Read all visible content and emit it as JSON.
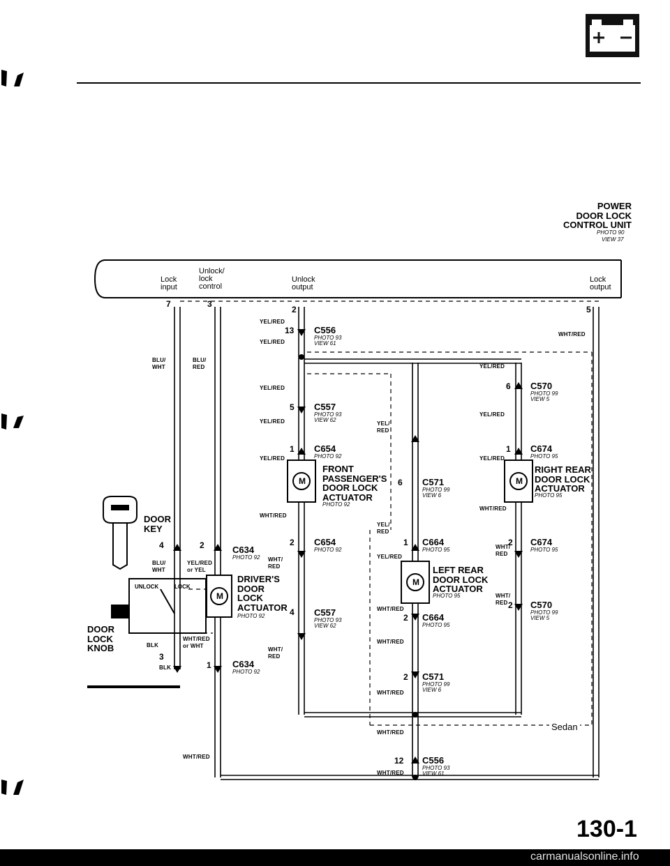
{
  "page_number": "130-1",
  "watermark": "carmanualsonline.info",
  "unit": {
    "title": "POWER\nDOOR LOCK\nCONTROL UNIT",
    "photo": "PHOTO 90",
    "view": "VIEW 37"
  },
  "unit_terms": {
    "lock_input": "Lock\ninput",
    "unlock_lock_control": "Unlock/\nlock\ncontrol",
    "unlock_output": "Unlock\noutput",
    "lock_output": "Lock\noutput"
  },
  "pins": {
    "p7": "7",
    "p3": "3",
    "p2": "2",
    "p5": "5",
    "p13": "13",
    "p5b": "5",
    "p1a": "1",
    "p6a": "6",
    "p1b": "1",
    "p6b": "6",
    "p2a": "2",
    "p4a": "4",
    "p2b": "2",
    "p1c": "1",
    "p2c": "2",
    "p4b": "4",
    "p3b": "3",
    "p1d": "1",
    "p2d": "2",
    "p2e": "2",
    "p2f": "2",
    "p12": "12"
  },
  "wires": {
    "yel_red": "YEL/RED",
    "wht_red": "WHT/RED",
    "blu_wht": "BLU/\nWHT",
    "blu_red": "BLU/\nRED",
    "yel_red_slash": "YEL/\nRED",
    "wht_red_slash": "WHT/\nRED",
    "yel_red_or_yel": "YEL/RED\nor YEL",
    "wht_red_or_wht": "WHT/RED\nor WHT",
    "blk": "BLK"
  },
  "connectors": {
    "c556": {
      "name": "C556",
      "ref": "PHOTO 93\nVIEW 61"
    },
    "c557": {
      "name": "C557",
      "ref": "PHOTO 93\nVIEW 62"
    },
    "c654": {
      "name": "C654",
      "ref": "PHOTO 92"
    },
    "c570": {
      "name": "C570",
      "ref": "PHOTO 99\nVIEW 5"
    },
    "c674": {
      "name": "C674",
      "ref": "PHOTO 95"
    },
    "c571": {
      "name": "C571",
      "ref": "PHOTO 99\nVIEW 6"
    },
    "c664": {
      "name": "C664",
      "ref": "PHOTO 95"
    },
    "c634": {
      "name": "C634",
      "ref": "PHOTO 92"
    }
  },
  "components": {
    "front_pass": {
      "name": "FRONT\nPASSENGER'S\nDOOR LOCK\nACTUATOR",
      "photo": "PHOTO 92"
    },
    "right_rear": {
      "name": "RIGHT REAR\nDOOR LOCK\nACTUATOR",
      "photo": "PHOTO 95"
    },
    "left_rear": {
      "name": "LEFT REAR\nDOOR LOCK\nACTUATOR",
      "photo": "PHOTO 95"
    },
    "driver": {
      "name": "DRIVER'S\nDOOR\nLOCK\nACTUATOR",
      "photo": "PHOTO 92"
    },
    "door_key": "DOOR\nKEY",
    "door_lock_knob": "DOOR\nLOCK\nKNOB",
    "unlock": "UNLOCK",
    "lock": "LOCK",
    "motor": "M"
  },
  "sedan_label": "Sedan"
}
